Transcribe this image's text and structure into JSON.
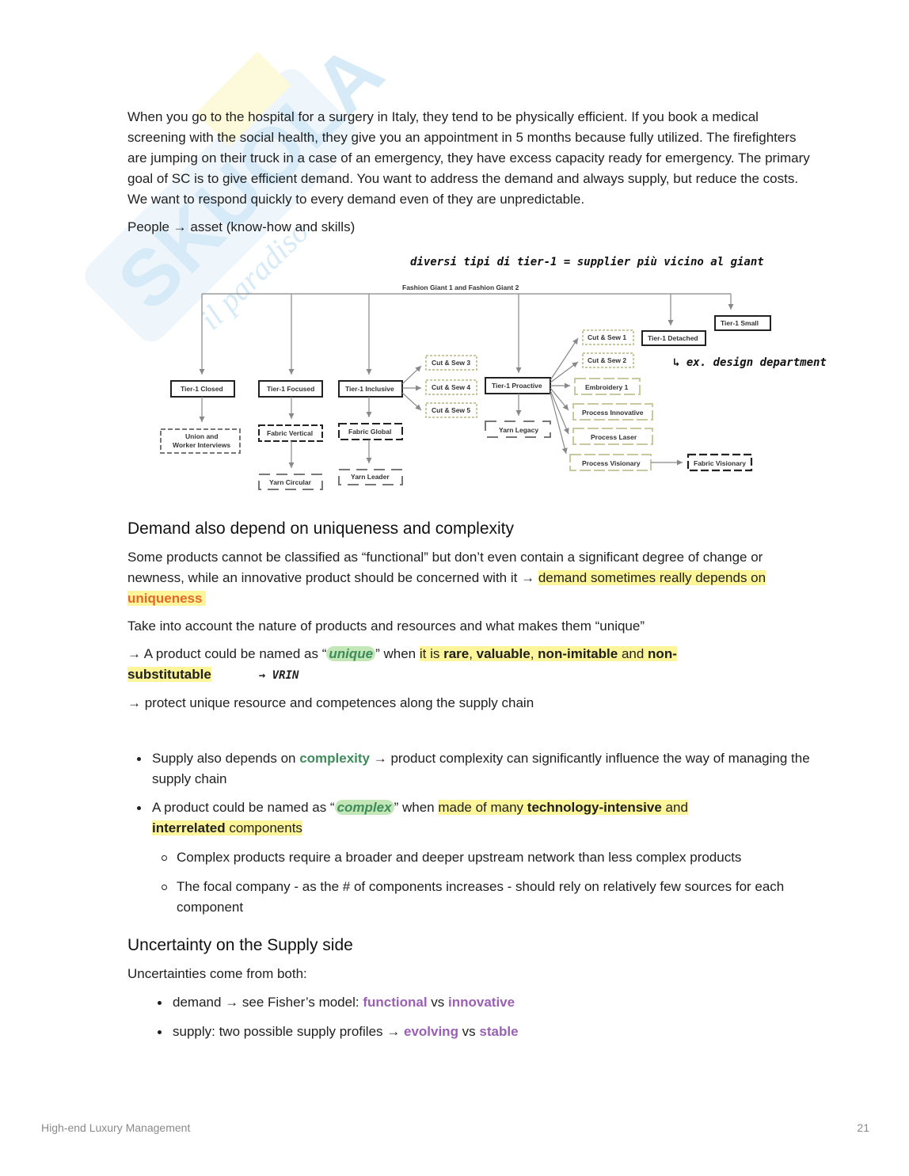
{
  "intro": {
    "p1": {
      "a": "When you go to the hospital for a surgery in Italy, they tend to be physically efficient. If you book a medical screening with the social health, they give you an appointment in 5 months because fully utilized. The firefighters are jumping on their truck in a case of an emergency, they have excess capacity ready for emergency. The primary goal of SC is to give efficient demand. You want to address the demand and always supply, but reduce the costs. We want to respond quickly to every demand even of they are unpredictable."
    },
    "p2": "People → asset (know-how and skills)"
  },
  "diagram": {
    "handwritten_top": "diversi tipi di tier-1 = supplier più vicino al giant",
    "handwritten_right": "↳ ex. design department",
    "giant_label": "Fashion Giant 1 and Fashion Giant 2",
    "tier_closed": "Tier-1 Closed",
    "tier_focused": "Tier-1 Focused",
    "tier_inclusive": "Tier-1 Inclusive",
    "tier_proactive": "Tier-1 Proactive",
    "tier_detached": "Tier-1 Detached",
    "tier_small": "Tier-1 Small",
    "union_1": "Union and",
    "union_2": "Worker Interviews",
    "fabric_vertical": "Fabric Vertical",
    "yarn_circular": "Yarn Circular",
    "fabric_global": "Fabric Global",
    "yarn_leader": "Yarn Leader",
    "cut3": "Cut & Sew 3",
    "cut4": "Cut & Sew 4",
    "cut5": "Cut & Sew 5",
    "yarn_legacy": "Yarn Legacy",
    "cut1": "Cut & Sew 1",
    "cut2": "Cut & Sew 2",
    "embroidery": "Embroidery 1",
    "proc_innov": "Process Innovative",
    "proc_laser": "Process Laser",
    "proc_vision": "Process Visionary",
    "fabric_visionary": "Fabric Visionary"
  },
  "section1": {
    "heading": "Demand also depend on uniqueness and complexity",
    "p1_a": "Some products cannot be classified as “functional” but don’t even contain a significant degree of change or newness, while an innovative product should be concerned with it → ",
    "p1_hl": "demand sometimes really depends on ",
    "p1_orange": "uniqueness",
    "p2": "Take into account the nature of products and resources and what makes them “unique”",
    "p3_a": "→ A product could be named as “",
    "p3_unique": "unique",
    "p3_b": "” when ",
    "p3_hl1": "it is ",
    "p3_rare": "rare",
    "p3_comma1": ", ",
    "p3_valuable": "valuable",
    "p3_comma2": ", ",
    "p3_nonimit": "non-imitable",
    "p3_and": " and ",
    "p3_non": "non-",
    "p3_subst": "substitutable",
    "p3_hand": "→ VRIN",
    "p4": "→ protect unique resource and competences along the supply chain"
  },
  "bullets": {
    "b1_a": "Supply also depends on ",
    "b1_green": "complexity",
    "b1_b": " → product complexity can significantly influence the way of managing the supply chain",
    "b2_a": "A product could be named as “",
    "b2_complex": "complex",
    "b2_b": "” when ",
    "b2_hl1": "made of many ",
    "b2_bold1": "technology-intensive",
    "b2_hl2": " and ",
    "b2_bold2": "interrelated",
    "b2_hl3": " components",
    "sub1": "Complex products require a broader and deeper upstream network than less complex products",
    "sub2": "The focal company - as the # of components increases - should rely on relatively few sources for each component"
  },
  "section2": {
    "heading": "Uncertainty on the Supply side",
    "intro": "Uncertainties come from both:",
    "b1_a": "demand → see Fisher’s model: ",
    "b1_p1": "functional",
    "b1_vs": " vs ",
    "b1_p2": "innovative",
    "b2_a": "supply:  two possible supply profiles → ",
    "b2_p1": "evolving",
    "b2_vs": " vs ",
    "b2_p2": "stable"
  },
  "footer": {
    "title": "High-end Luxury Management",
    "page": "21"
  },
  "colors": {
    "highlight": "#fdf59a",
    "green": "#3f8b5c",
    "purple": "#9b5fb4",
    "orange": "#e4682a"
  }
}
